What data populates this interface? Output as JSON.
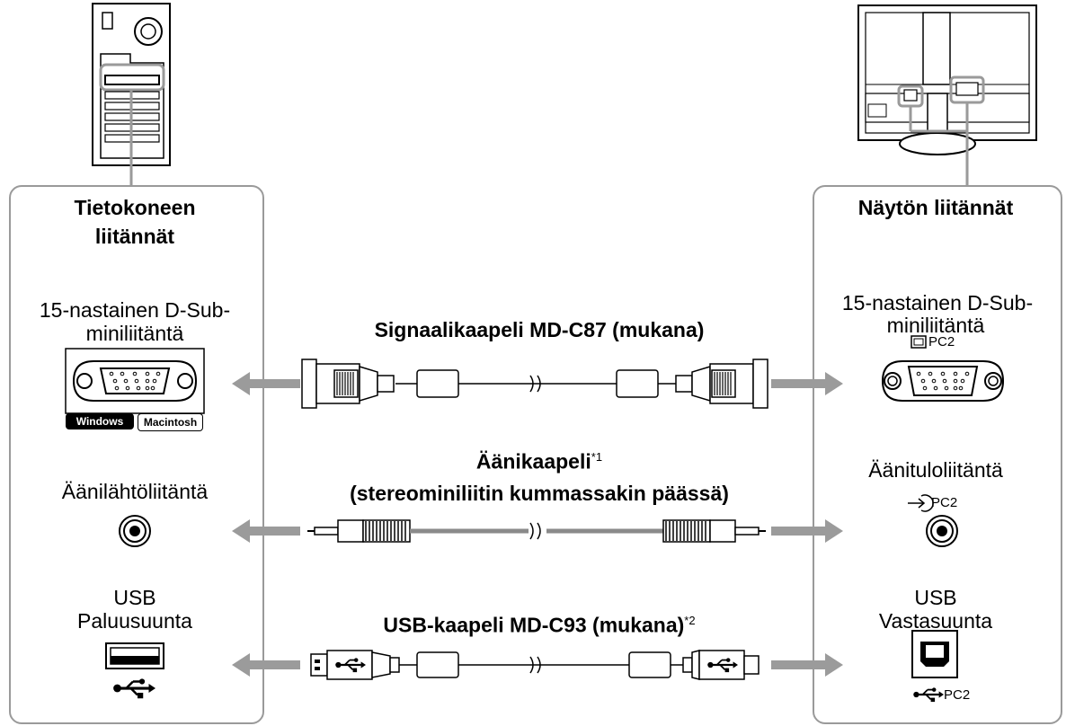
{
  "left_panel": {
    "title_line1": "Tietokoneen",
    "title_line2": "liitännät",
    "dsub_line1": "15-nastainen D-Sub-",
    "dsub_line2": "miniliitäntä",
    "badge_windows": "Windows",
    "badge_mac": "Macintosh",
    "audio_out": "Äänilähtöliitäntä",
    "usb_line1": "USB",
    "usb_line2": "Paluusuunta"
  },
  "right_panel": {
    "title": "Näytön liitännät",
    "dsub_line1": "15-nastainen D-Sub-",
    "dsub_line2": "miniliitäntä",
    "dsub_port_label": "PC2",
    "audio_in": "Äänituloliitäntä",
    "audio_port_label": "PC2",
    "usb_line1": "USB",
    "usb_line2": "Vastasuunta",
    "usb_port_label": "PC2"
  },
  "cables": {
    "signal": "Signaalikaapeli MD-C87 (mukana)",
    "audio_line1": "Äänikaapeli",
    "audio_note": "*1",
    "audio_line2": "(stereominiliitin kummassakin päässä)",
    "usb": "USB-kaapeli MD-C93 (mukana)",
    "usb_note": "*2"
  },
  "icons": [
    "computer-tower-icon",
    "monitor-rear-icon",
    "dsub-port-icon",
    "audio-jack-icon",
    "usb-a-port-icon",
    "usb-b-port-icon",
    "usb-symbol-icon",
    "audio-in-symbol-icon",
    "screen-symbol-icon"
  ],
  "colors": {
    "arrow": "#9b9b9b",
    "panel_border": "#9a9a9a",
    "cable": "#8a8a8a"
  }
}
